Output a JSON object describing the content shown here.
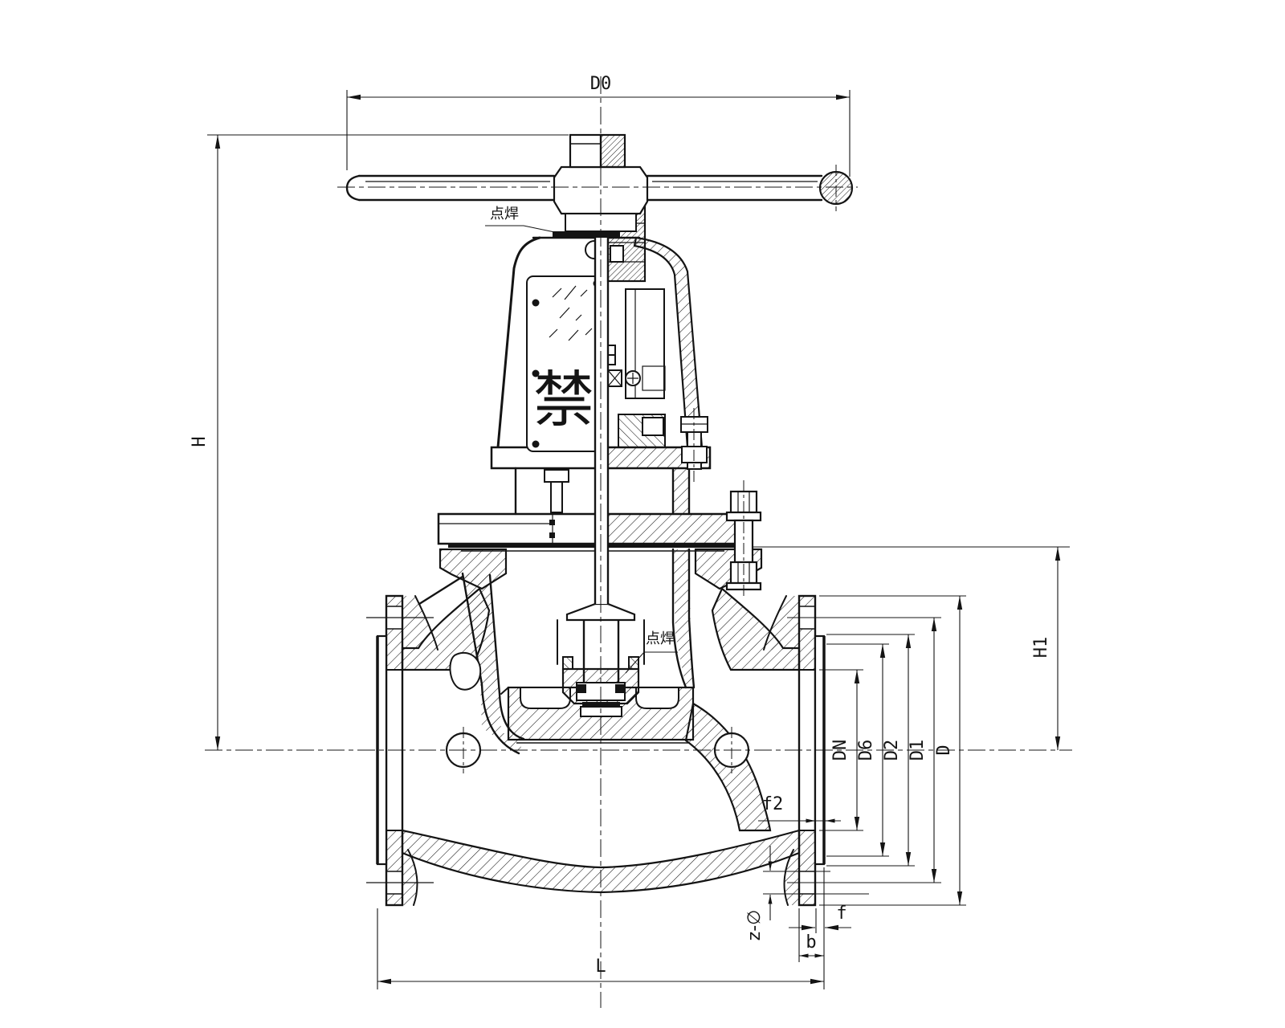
{
  "style": {
    "background": "#ffffff",
    "line_color": "#141414"
  },
  "labels": {
    "d0": "D0",
    "h": "H",
    "h1": "H1",
    "dn": "DN",
    "d6": "D6",
    "d2": "D2",
    "d1": "D1",
    "d": "D",
    "f2": "f2",
    "z_phi": "z-∅",
    "f": "f",
    "b": "b",
    "l": "L"
  },
  "annotations": {
    "spot_weld_upper": "点焊",
    "spot_weld_lower": "点焊",
    "plate_character": "禁"
  }
}
